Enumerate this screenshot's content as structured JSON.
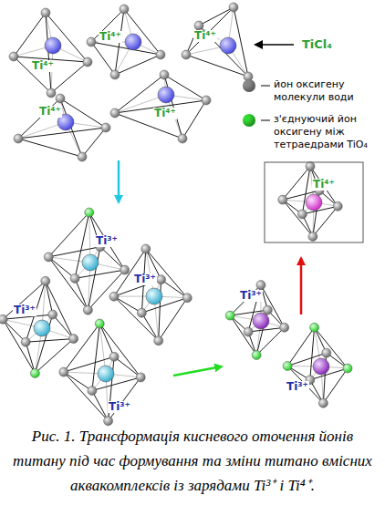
{
  "diagram": {
    "caption": "Рис. 1. Трансформація кисневого оточення йонів титану під час формування та зміни титано вмісних аквакомплексів із зарядами Ti³⁺ і Ti⁴⁺.",
    "labels": [
      "Ti⁴⁺",
      "Ti⁴⁺",
      "Ti⁴⁺",
      "TiCl₄",
      "Ti⁴⁺",
      "Ti⁴⁺",
      "Ti³⁺",
      "Ti³⁺",
      "Ti³⁺",
      "Ti³⁺",
      "Ti³⁺",
      "Ti³⁺",
      "Ti⁴⁺"
    ],
    "legend": [
      {
        "text": "йон оксигену молекули води",
        "color": "#8a8a8a"
      },
      {
        "text": "з'єднуючий йон оксигену між тетраедрами TiO₄",
        "color": "#33dd33"
      }
    ]
  }
}
